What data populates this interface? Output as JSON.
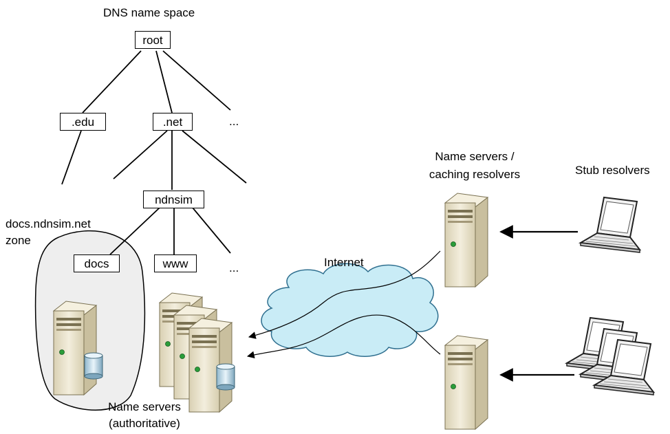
{
  "title": "DNS name space",
  "tree": {
    "root": "root",
    "edu": ".edu",
    "net": ".net",
    "ndnsim": "ndnsim",
    "docs": "docs",
    "www": "www",
    "ellipsis": "..."
  },
  "zone_label_line1": "docs.ndnsim.net",
  "zone_label_line2": "zone",
  "internet_label": "Internet",
  "authoritative_line1": "Name servers",
  "authoritative_line2": "(authoritative)",
  "caching_line1": "Name servers /",
  "caching_line2": "caching resolvers",
  "stub_label": "Stub resolvers",
  "colors": {
    "cloud_fill": "#c9ecf6",
    "zone_fill": "#eeeeee",
    "server_body": "#e9e3cf",
    "server_front": "#f4efdd",
    "server_shadow": "#cfc6a8",
    "led": "#2a9d3a"
  }
}
